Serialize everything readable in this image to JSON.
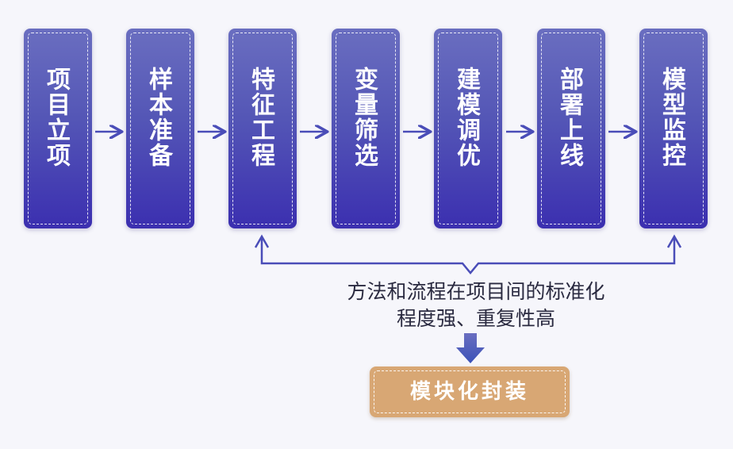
{
  "steps": [
    {
      "label": "项目立项"
    },
    {
      "label": "样本准备"
    },
    {
      "label": "特征工程"
    },
    {
      "label": "变量筛选"
    },
    {
      "label": "建模调优"
    },
    {
      "label": "部署上线"
    },
    {
      "label": "模型监控"
    }
  ],
  "note": {
    "line1": "方法和流程在项目间的标准化",
    "line2": "程度强、重复性高"
  },
  "result": {
    "label": "模块化封装"
  },
  "colors": {
    "step_top": "#6a6ec0",
    "step_bottom": "#3b2fb0",
    "arrow": "#4a4db8",
    "result": "#d8a774",
    "text": "#2a2a40"
  }
}
